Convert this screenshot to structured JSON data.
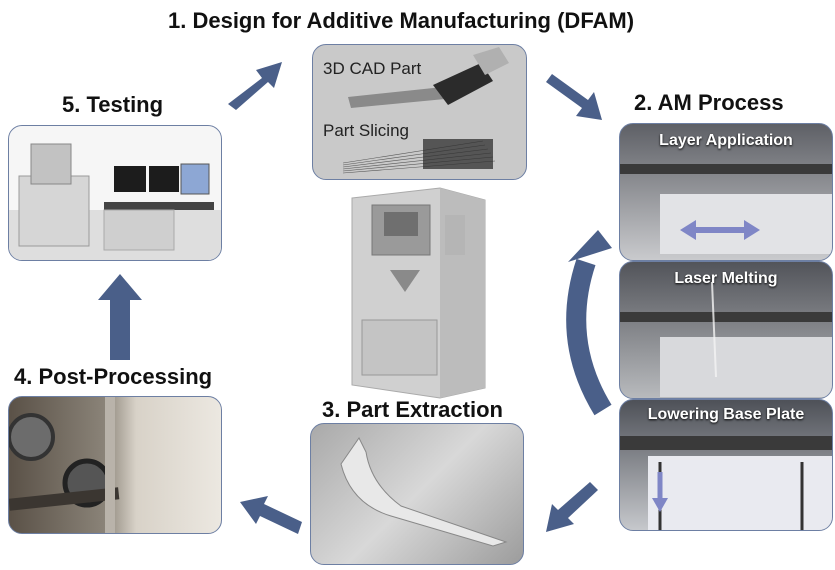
{
  "steps": {
    "design": {
      "title": "1. Design for Additive Manufacturing (DFAM)",
      "cad_label": "3D CAD Part",
      "slicing_label": "Part Slicing"
    },
    "am_process": {
      "title": "2. AM Process",
      "layer_label": "Layer Application",
      "laser_label": "Laser Melting",
      "lowering_label": "Lowering Base Plate"
    },
    "extraction": {
      "title": "3. Part Extraction"
    },
    "post_processing": {
      "title": "4. Post-Processing"
    },
    "testing": {
      "title": "5. Testing"
    }
  },
  "colors": {
    "arrow": "#4a5f89",
    "border": "#6d7fa3"
  }
}
